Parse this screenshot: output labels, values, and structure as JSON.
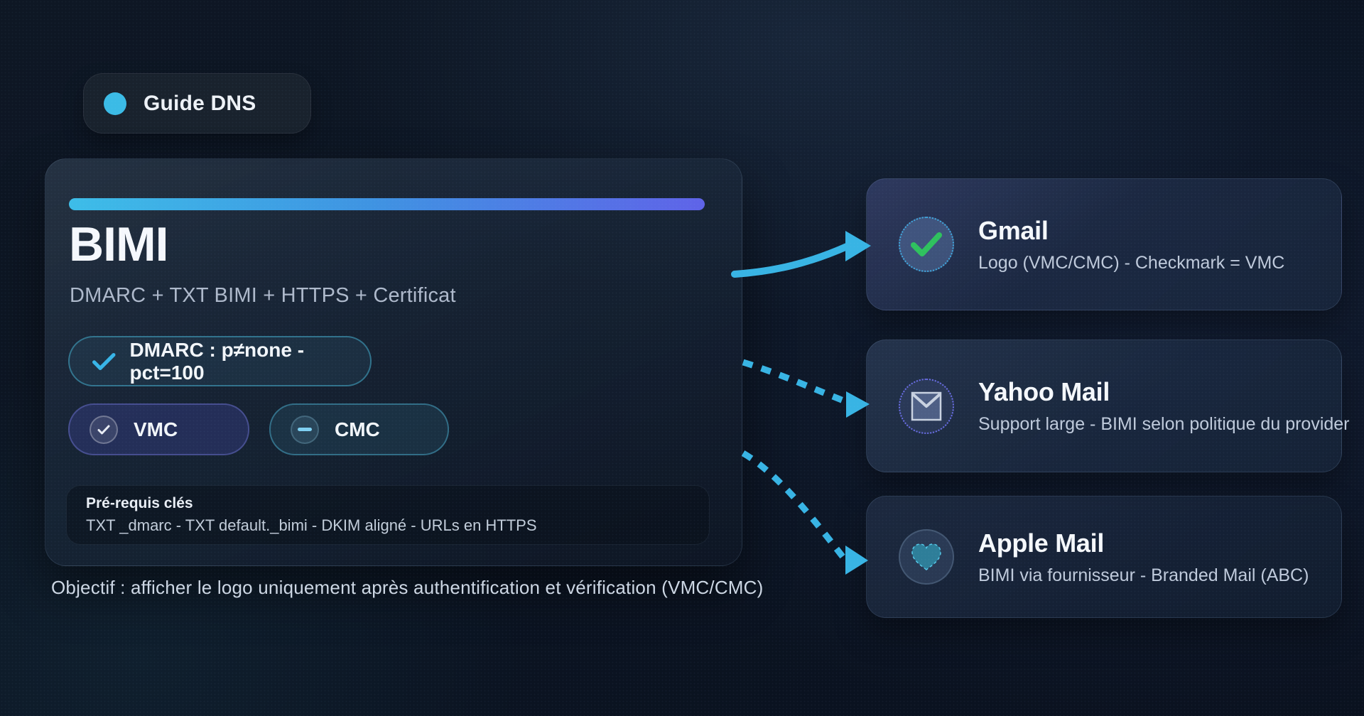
{
  "badge": {
    "label": "Guide DNS"
  },
  "main_card": {
    "title": "BIMI",
    "subtitle": "DMARC + TXT BIMI + HTTPS + Certificat",
    "dmarc_status": "DMARC : p≠none - pct=100",
    "vmc_label": "VMC",
    "cmc_label": "CMC",
    "prerequisites": {
      "title": "Pré-requis clés",
      "items": "TXT _dmarc - TXT default._bimi - DKIM aligné - URLs en HTTPS"
    }
  },
  "objective": "Objectif : afficher le logo uniquement après authentification et vérification (VMC/CMC)",
  "providers": [
    {
      "name": "Gmail",
      "description": "Logo (VMC/CMC) - Checkmark = VMC",
      "icon": "check-circle-icon"
    },
    {
      "name": "Yahoo Mail",
      "description": "Support large - BIMI selon politique du provider",
      "icon": "envelope-icon"
    },
    {
      "name": "Apple Mail",
      "description": "BIMI via fournisseur - Branded Mail (ABC)",
      "icon": "heart-icon"
    }
  ],
  "colors": {
    "accent_cyan": "#38b4e4",
    "bar_gradient_start": "#3dbde8",
    "bar_gradient_end": "#5f63e8",
    "success_green": "#2fc15e",
    "yahoo_purple": "#6b6ee8",
    "apple_teal": "#2e7e99",
    "vmc_indigo": "#3a408c"
  }
}
